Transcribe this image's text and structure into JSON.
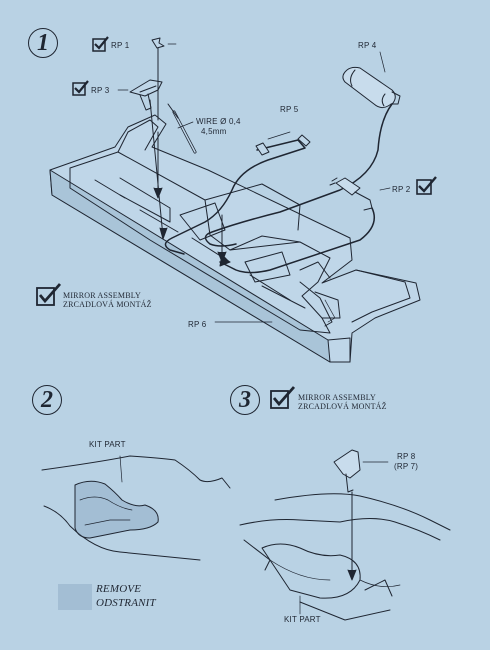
{
  "steps": {
    "s1": "1",
    "s2": "2",
    "s3": "3"
  },
  "step1": {
    "rp1": "RP 1",
    "rp2": "RP 2",
    "rp3": "RP 3",
    "rp4": "RP 4",
    "rp5": "RP 5",
    "rp6": "RP 6",
    "wire_line1": "WIRE  Ø 0,4",
    "wire_line2": "4,5mm",
    "assembly_line1": "MIRROR  ASSEMBLY",
    "assembly_line2": "ZRCADLOVÁ MONTÁŽ"
  },
  "step2": {
    "kit_part": "KIT PART",
    "remove": "REMOVE",
    "odstranit": "ODSTRANIT"
  },
  "step3": {
    "assembly_line1": "MIRROR  ASSEMBLY",
    "assembly_line2": "ZRCADLOVÁ MONTÁŽ",
    "rp8": "RP 8",
    "rp7": "(RP 7)",
    "kit_part": "KIT PART"
  },
  "colors": {
    "paper": "#b9d2e4",
    "ink": "#1f2632"
  },
  "icons": [
    "checkmark-icon",
    "mirror-part-drawing",
    "wire-drawing"
  ]
}
